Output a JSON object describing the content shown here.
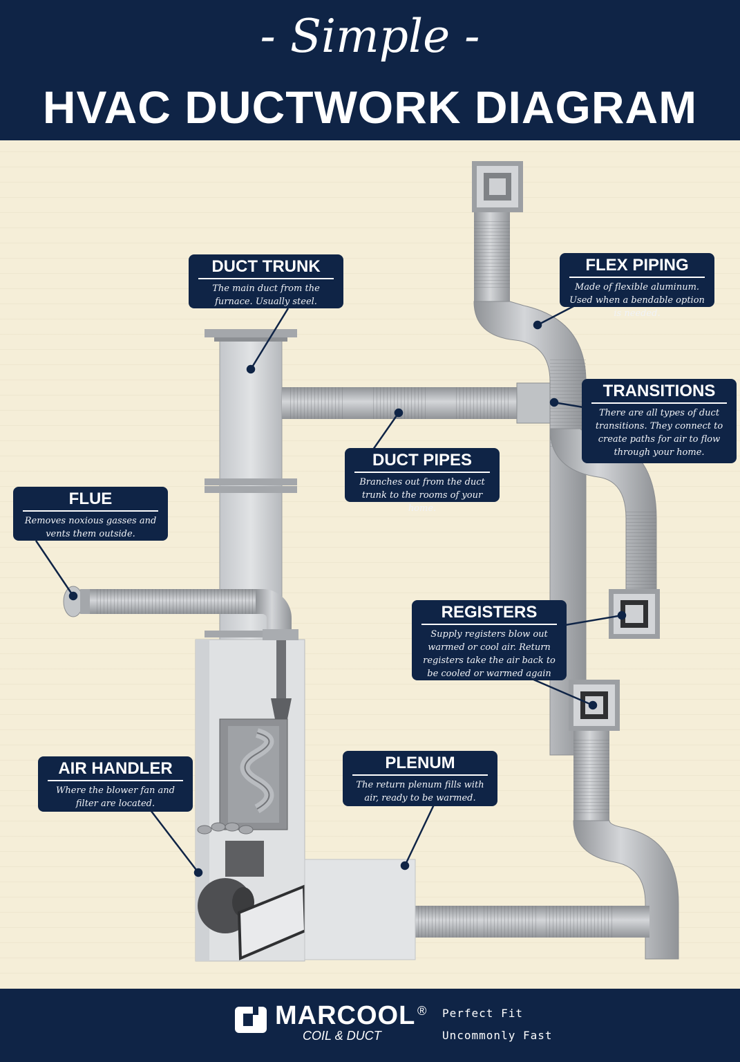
{
  "header": {
    "subtitle": "- Simple -",
    "title": "HVAC DUCTWORK DIAGRAM"
  },
  "labels": {
    "duct_trunk": {
      "title": "DUCT TRUNK",
      "desc": "The main duct from the furnace. Usually steel."
    },
    "flex_piping": {
      "title": "FLEX PIPING",
      "desc": "Made of flexible aluminum. Used when a bendable option is needed."
    },
    "transitions": {
      "title": "TRANSITIONS",
      "desc": "There are all types of duct transitions. They connect to create paths for air to flow through your home."
    },
    "duct_pipes": {
      "title": "DUCT PIPES",
      "desc": "Branches out from the duct trunk to the rooms of your home."
    },
    "flue": {
      "title": "FLUE",
      "desc": "Removes noxious gasses and vents them outside."
    },
    "registers": {
      "title": "REGISTERS",
      "desc": "Supply registers blow out warmed or cool air. Return registers take the air back to be cooled or warmed again"
    },
    "air_handler": {
      "title": "AIR HANDLER",
      "desc": "Where the blower fan and filter are located."
    },
    "plenum": {
      "title": "PLENUM",
      "desc": "The return plenum fills with air, ready to be warmed."
    }
  },
  "footer": {
    "brand": "MARCOOL",
    "registered": "®",
    "brand_sub": "COIL & DUCT",
    "tagline_1": "Perfect Fit",
    "tagline_2": "Uncommonly Fast"
  },
  "colors": {
    "navy": "#0f2446",
    "paper": "#f5eed8",
    "duct_gray": "#b9bcc0",
    "dark_gray": "#5e5f62"
  }
}
